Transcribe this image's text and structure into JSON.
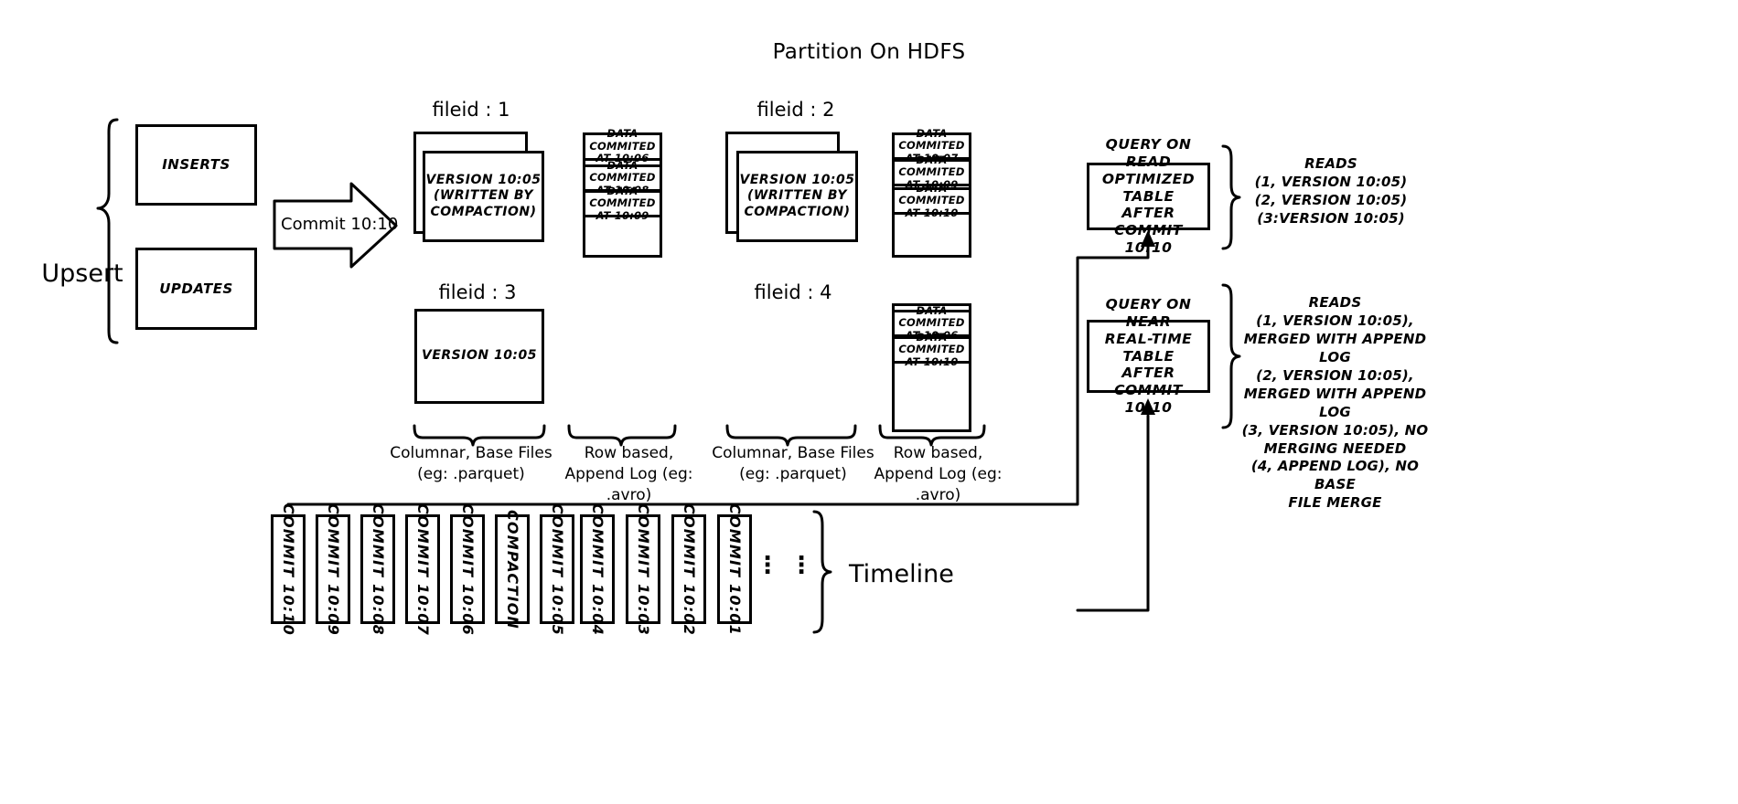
{
  "title": "Partition On HDFS",
  "left": {
    "upsert_label": "Upsert",
    "inserts_label": "INSERTS",
    "updates_label": "UPDATES",
    "commit_arrow_label": "Commit 10:10"
  },
  "file_groups": [
    {
      "id": "fileid-1",
      "label": "fileid : 1",
      "base_file_text": "VERSION 10:05\n(WRITTEN BY\nCOMPACTION)",
      "stacked": true,
      "log_entries": [
        "DATA COMMITED\nAT 10:06",
        "DATA COMMITED\nAT 10:08",
        "DATA COMMITED\nAT 10:09"
      ]
    },
    {
      "id": "fileid-2",
      "label": "fileid : 2",
      "base_file_text": "VERSION 10:05\n(WRITTEN BY\nCOMPACTION)",
      "stacked": true,
      "log_entries": [
        "DATA COMMITED\nAT 10:07",
        "DATA COMMITED\nAT 10:09",
        "DATA COMMITED\nAT 10:10"
      ]
    },
    {
      "id": "fileid-3",
      "label": "fileid : 3",
      "base_file_text": "VERSION 10:05",
      "stacked": false,
      "log_entries": []
    },
    {
      "id": "fileid-4",
      "label": "fileid : 4",
      "base_file_text": "",
      "stacked": false,
      "log_entries": [
        "DATA COMMITED\nAT 10:06",
        "DATA COMMITED\nAT 10:10"
      ]
    }
  ],
  "captions": {
    "columnar_left": "Columnar, Base Files\n(eg: .parquet)",
    "rowlog_left": "Row based,\nAppend Log  (eg:\n.avro)",
    "columnar_right": "Columnar, Base Files\n(eg: .parquet)",
    "rowlog_right": "Row based,\nAppend Log  (eg:\n.avro)"
  },
  "queries": {
    "read_optimized": {
      "box_text": "QUERY ON READ\nOPTIMIZED TABLE\nAFTER COMMIT\n10:10",
      "reads_text": "READS\n(1, VERSION 10:05)\n(2, VERSION 10:05)\n(3:VERSION 10:05)"
    },
    "near_real_time": {
      "box_text": "QUERY ON NEAR\nREAL-TIME TABLE\nAFTER COMMIT\n10:10",
      "reads_text": "READS\n(1, VERSION 10:05),\nMERGED WITH APPEND LOG\n(2, VERSION 10:05),\nMERGED WITH APPEND LOG\n(3, VERSION 10:05), NO\nMERGING NEEDED\n(4, APPEND LOG), NO BASE\nFILE MERGE"
    }
  },
  "timeline": {
    "label": "Timeline",
    "ellipsis": "⋮",
    "chips": [
      "COMMIT  10:10",
      "COMMIT  10:09",
      "COMMIT  10:08",
      "COMMIT  10:07",
      "COMMIT  10:06",
      "COMPACTION",
      "COMMIT  10:05",
      "COMMIT  10:04",
      "COMMIT  10:03",
      "COMMIT  10:02",
      "COMMIT  10:01"
    ]
  },
  "colors": {
    "stroke": "#000000",
    "background": "#ffffff"
  }
}
